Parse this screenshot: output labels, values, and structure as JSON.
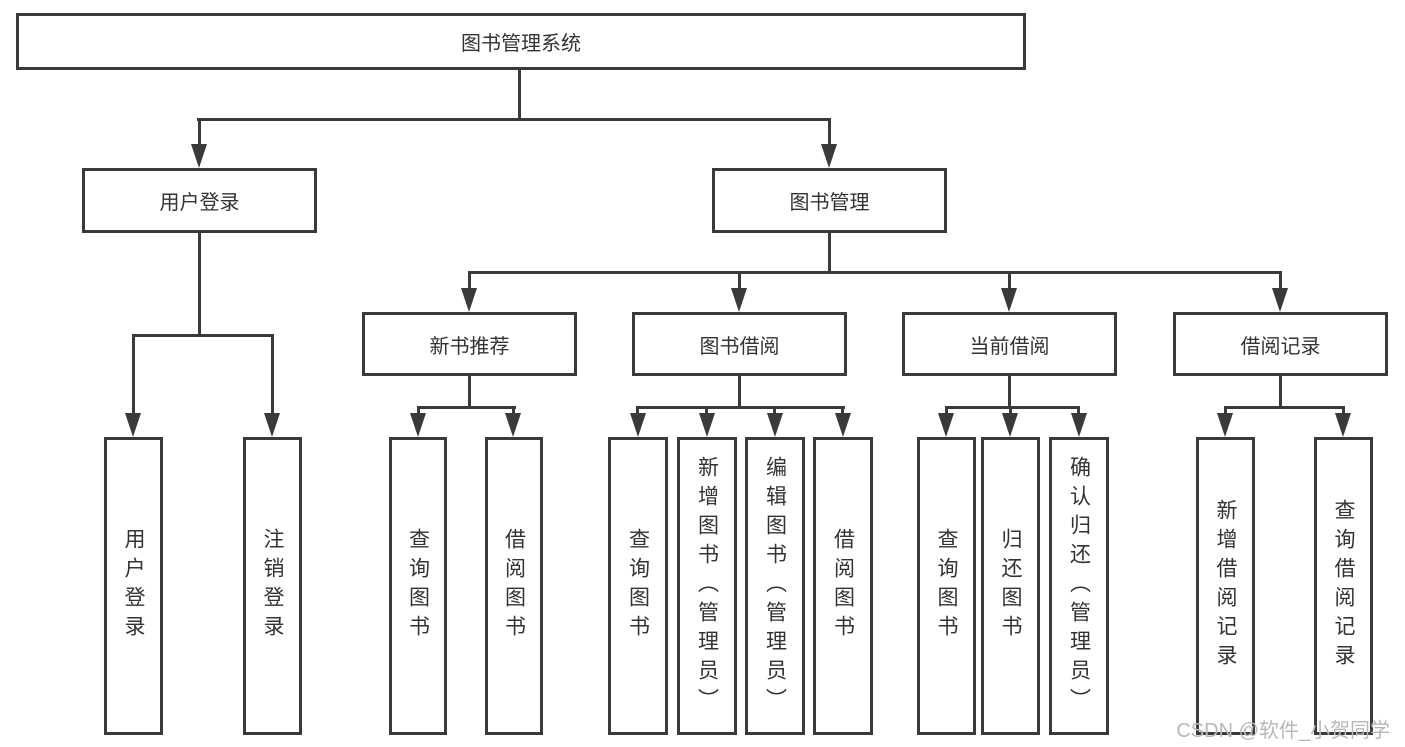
{
  "diagram": {
    "root": {
      "label": "图书管理系统"
    },
    "level2": [
      "用户登录",
      "图书管理"
    ],
    "level3": [
      "新书推荐",
      "图书借阅",
      "当前借阅",
      "借阅记录"
    ],
    "leaves": {
      "userLogin": [
        "用户登录",
        "注销登录"
      ],
      "newBookRecommend": [
        "查询图书",
        "借阅图书"
      ],
      "bookBorrowing": [
        "查询图书",
        "新增图书（管理员）",
        "编辑图书（管理员）",
        "借阅图书"
      ],
      "currentBorrowing": [
        "查询图书",
        "归还图书",
        "确认归还（管理员）"
      ],
      "borrowingRecords": [
        "新增借阅记录",
        "查询借阅记录"
      ]
    }
  },
  "watermark": {
    "text": "CSDN @软件_小贺同学"
  },
  "colors": {
    "line": "#3a3a3a",
    "text": "#333333",
    "watermark": "#b8b8b8",
    "background": "#ffffff"
  }
}
